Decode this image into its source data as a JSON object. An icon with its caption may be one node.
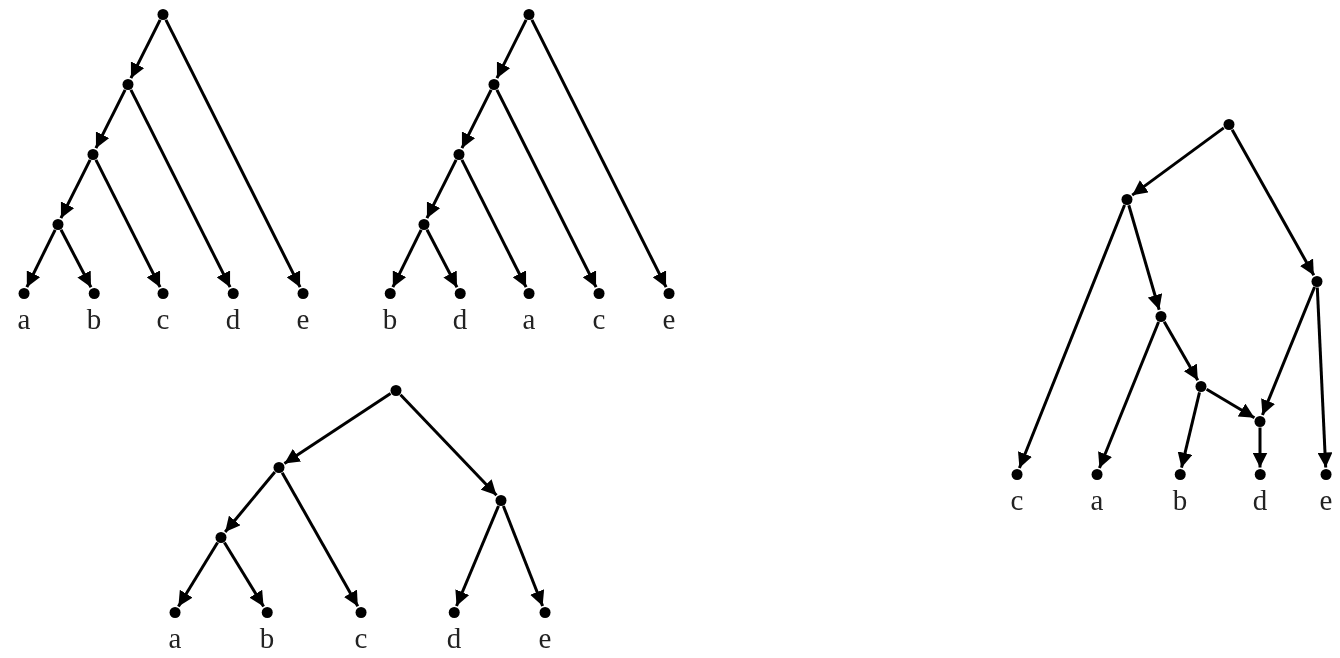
{
  "diagram": {
    "nodes": [
      {
        "text": [],
        "shape": "circle"
      },
      {
        "text": [],
        "shape": "circle"
      },
      {
        "text": [],
        "shape": "circle"
      },
      {
        "text": [],
        "shape": "circle"
      },
      {
        "text": [
          "a"
        ]
      },
      {
        "text": [
          "b"
        ]
      },
      {
        "text": [
          "c"
        ]
      },
      {
        "text": [
          "d"
        ]
      },
      {
        "text": [
          "e"
        ]
      },
      {
        "text": [],
        "shape": "circle"
      },
      {
        "text": [],
        "shape": "circle"
      },
      {
        "text": [],
        "shape": "circle"
      },
      {
        "text": [],
        "shape": "circle"
      },
      {
        "text": [
          "b"
        ]
      },
      {
        "text": [
          "d"
        ]
      },
      {
        "text": [
          "a"
        ]
      },
      {
        "text": [
          "c"
        ]
      },
      {
        "text": [
          "e"
        ]
      },
      {
        "text": [],
        "shape": "circle"
      },
      {
        "text": [],
        "shape": "circle"
      },
      {
        "text": [],
        "shape": "circle"
      },
      {
        "text": [],
        "shape": "circle"
      },
      {
        "text": [
          "a"
        ]
      },
      {
        "text": [
          "b"
        ]
      },
      {
        "text": [
          "c"
        ]
      },
      {
        "text": [
          "d"
        ]
      },
      {
        "text": [
          "e"
        ]
      },
      {
        "text": [],
        "shape": "circle"
      },
      {
        "text": [],
        "shape": "circle"
      },
      {
        "text": [],
        "shape": "circle"
      },
      {
        "text": [],
        "shape": "circle"
      },
      {
        "text": [],
        "shape": "circle"
      },
      {
        "text": [],
        "shape": "circle"
      },
      {
        "text": [
          "c"
        ]
      },
      {
        "text": [
          "a"
        ]
      },
      {
        "text": [
          "b"
        ]
      },
      {
        "text": [
          "d"
        ]
      },
      {
        "text": [
          "e"
        ]
      }
    ],
    "edges": [
      {
        "from": 0,
        "to": 1,
        "arrow": "to"
      },
      {
        "from": 0,
        "to": 8,
        "arrow": "to"
      },
      {
        "from": 1,
        "to": 2,
        "arrow": "to"
      },
      {
        "from": 1,
        "to": 7,
        "arrow": "to"
      },
      {
        "from": 2,
        "to": 3,
        "arrow": "to"
      },
      {
        "from": 2,
        "to": 6,
        "arrow": "to"
      },
      {
        "from": 3,
        "to": 4,
        "arrow": "to"
      },
      {
        "from": 3,
        "to": 5,
        "arrow": "to"
      },
      {
        "from": 9,
        "to": 10,
        "arrow": "to"
      },
      {
        "from": 9,
        "to": 17,
        "arrow": "to"
      },
      {
        "from": 10,
        "to": 11,
        "arrow": "to"
      },
      {
        "from": 10,
        "to": 16,
        "arrow": "to"
      },
      {
        "from": 11,
        "to": 12,
        "arrow": "to"
      },
      {
        "from": 11,
        "to": 15,
        "arrow": "to"
      },
      {
        "from": 12,
        "to": 13,
        "arrow": "to"
      },
      {
        "from": 12,
        "to": 14,
        "arrow": "to"
      },
      {
        "from": 18,
        "to": 19,
        "arrow": "to"
      },
      {
        "from": 18,
        "to": 20,
        "arrow": "to"
      },
      {
        "from": 19,
        "to": 21,
        "arrow": "to"
      },
      {
        "from": 19,
        "to": 24,
        "arrow": "to"
      },
      {
        "from": 21,
        "to": 22,
        "arrow": "to"
      },
      {
        "from": 21,
        "to": 23,
        "arrow": "to"
      },
      {
        "from": 20,
        "to": 25,
        "arrow": "to"
      },
      {
        "from": 20,
        "to": 26,
        "arrow": "to"
      },
      {
        "from": 27,
        "to": 28,
        "arrow": "to"
      },
      {
        "from": 27,
        "to": 29,
        "arrow": "to"
      },
      {
        "from": 28,
        "to": 33,
        "arrow": "to"
      },
      {
        "from": 28,
        "to": 30,
        "arrow": "to"
      },
      {
        "from": 30,
        "to": 34,
        "arrow": "to"
      },
      {
        "from": 30,
        "to": 31,
        "arrow": "to"
      },
      {
        "from": 31,
        "to": 35,
        "arrow": "to"
      },
      {
        "from": 31,
        "to": 32,
        "arrow": "to"
      },
      {
        "from": 32,
        "to": 36,
        "arrow": "to"
      },
      {
        "from": 29,
        "to": 32,
        "arrow": "to"
      },
      {
        "from": 29,
        "to": 37,
        "arrow": "to"
      }
    ]
  }
}
